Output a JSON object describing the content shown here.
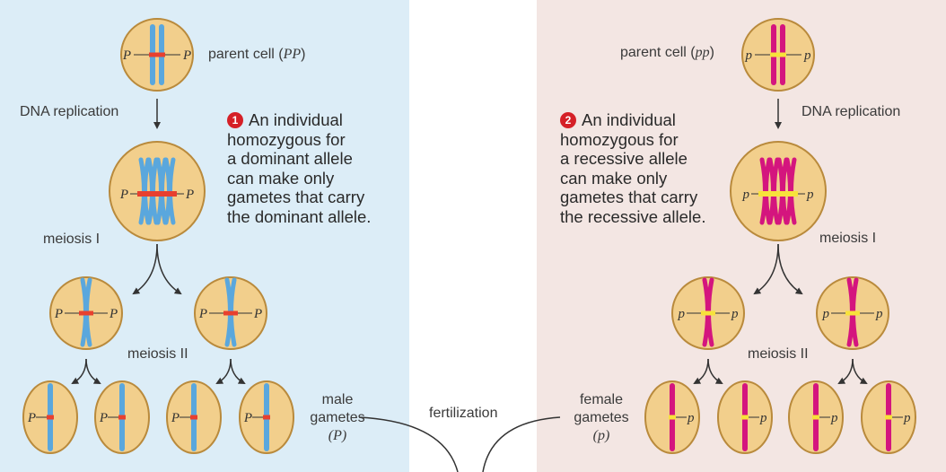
{
  "colors": {
    "left_bg": "#dcedf7",
    "right_bg": "#f3e6e3",
    "cell_fill": "#f2cf8c",
    "cell_stroke": "#b98a3c",
    "dominant_chromosome": "#5aa7dd",
    "recessive_chromosome": "#d4157e",
    "dominant_band": "#e8402f",
    "recessive_band": "#f7e23b",
    "badge": "#d52027"
  },
  "left": {
    "parent_label_prefix": "parent cell (",
    "parent_label_geno": "PP",
    "parent_label_suffix": ")",
    "dna_replication": "DNA replication",
    "meiosis_1": "meiosis I",
    "meiosis_2": "meiosis II",
    "allele": "P",
    "gametes_label_1": "male",
    "gametes_label_2": "gametes",
    "gametes_allele": "(P)",
    "note_number": "1",
    "note_lines": [
      "An individual",
      "homozygous for",
      "a dominant allele",
      "can make only",
      "gametes that carry",
      "the dominant allele."
    ]
  },
  "right": {
    "parent_label_prefix": "parent cell (",
    "parent_label_geno": "pp",
    "parent_label_suffix": ")",
    "dna_replication": "DNA replication",
    "meiosis_1": "meiosis I",
    "meiosis_2": "meiosis II",
    "allele": "p",
    "gametes_label_1": "female",
    "gametes_label_2": "gametes",
    "gametes_allele": "(p)",
    "note_number": "2",
    "note_lines": [
      "An individual",
      "homozygous for",
      "a recessive allele",
      "can make only",
      "gametes that carry",
      "the recessive allele."
    ]
  },
  "center": {
    "fertilization": "fertilization"
  }
}
